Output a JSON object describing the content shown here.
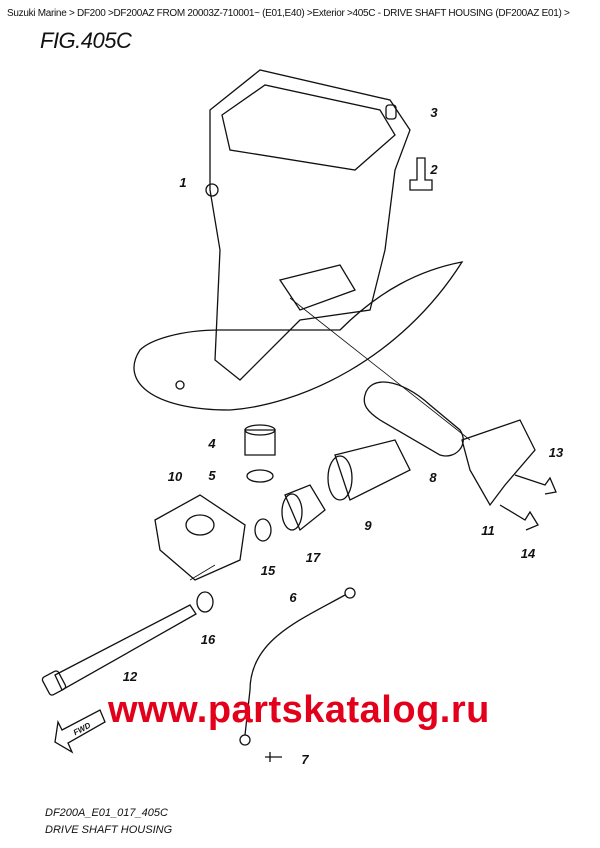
{
  "breadcrumb": "Suzuki Marine > DF200 >DF200AZ FROM 20003Z-710001~ (E01,E40) >Exterior >405C - DRIVE SHAFT HOUSING (DF200AZ E01) >",
  "figure_title": "FIG.405C",
  "callouts": [
    "1",
    "2",
    "3",
    "4",
    "5",
    "6",
    "7",
    "8",
    "9",
    "10",
    "11",
    "12",
    "13",
    "14",
    "15",
    "16",
    "17"
  ],
  "fwd_label": "FWD",
  "watermark": "www.partskatalog.ru",
  "footer": {
    "code": "DF200A_E01_017_405C",
    "caption": "DRIVE SHAFT HOUSING"
  }
}
